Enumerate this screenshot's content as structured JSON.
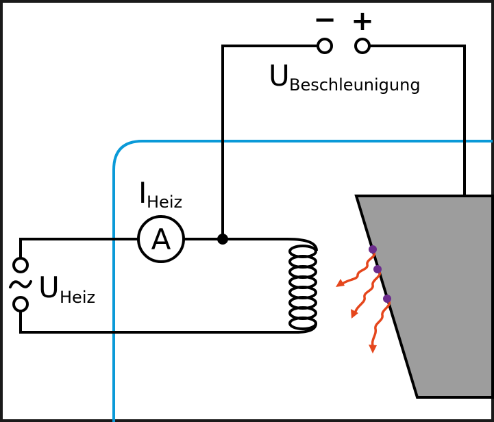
{
  "labels": {
    "minus": "−",
    "plus": "+",
    "u_accel_main": "U",
    "u_accel_sub": "Beschleunigung",
    "i_heat_main": "I",
    "i_heat_sub": "Heiz",
    "ammeter": "A",
    "ac_symbol": "~",
    "u_heat_main": "U",
    "u_heat_sub": "Heiz"
  },
  "colors": {
    "wire": "#000000",
    "frame": "#1a1a1a",
    "tube": "#0a9ad8",
    "anode_fill": "#9d9d9d",
    "electron": "#6b2b8c",
    "radiation": "#e5461c"
  }
}
